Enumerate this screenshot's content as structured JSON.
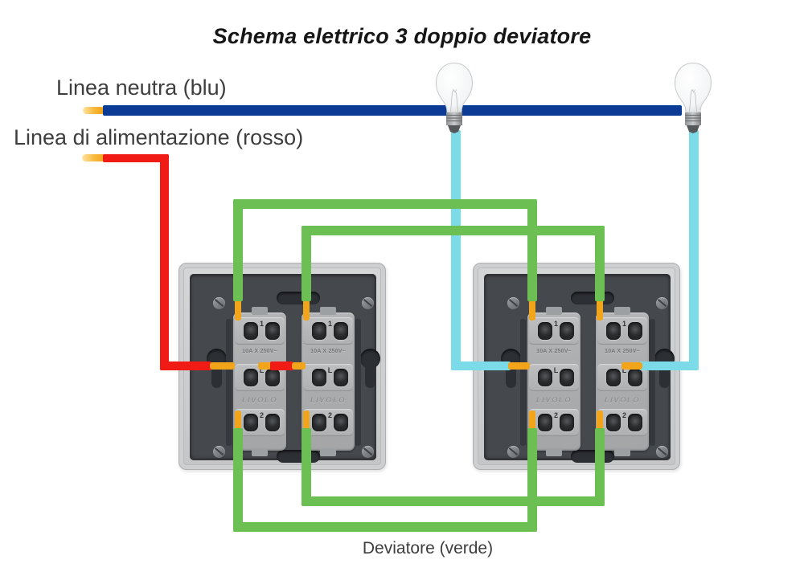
{
  "title": "Schema elettrico 3 doppio deviatore",
  "labels": {
    "neutral": "Linea neutra (blu)",
    "supply": "Linea di alimentazione (rosso)",
    "switch_wire": "Deviatore (verde)"
  },
  "module": {
    "rating": "10A X 250V~",
    "brand": "LIVOLO",
    "terminal_1": "1",
    "terminal_l": "L",
    "terminal_2": "2"
  },
  "colors": {
    "neutral_blue": "#0b3b94",
    "supply_red": "#f11b15",
    "traveller_green": "#6cbf53",
    "lamp_cyan": "#7cdbe8",
    "ferrule_orange": "#f2a51a",
    "title_text": "#161616",
    "label_text": "#3e3e3e",
    "plate_dark": "#45484d"
  }
}
